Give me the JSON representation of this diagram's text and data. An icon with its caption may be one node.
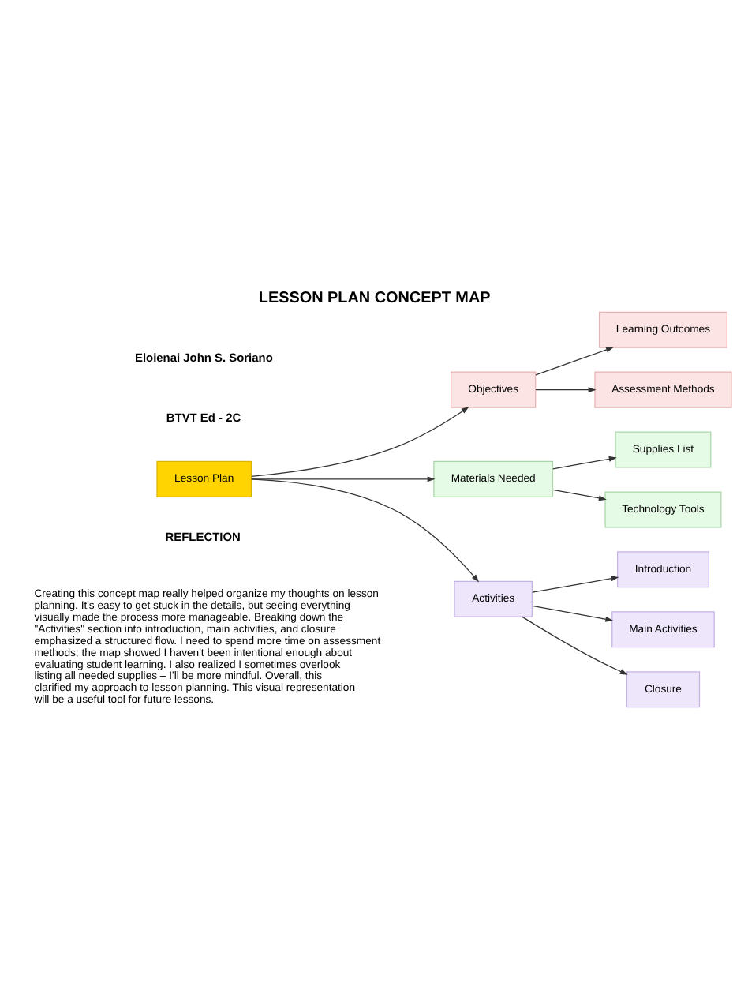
{
  "diagram": {
    "title": "LESSON PLAN CONCEPT MAP",
    "nodes": [
      {
        "text": [
          "Lesson Plan"
        ]
      },
      {
        "text": [
          "Objectives"
        ]
      },
      {
        "text": [
          "Learning Outcomes"
        ]
      },
      {
        "text": [
          "Assessment Methods"
        ]
      },
      {
        "text": [
          "Materials Needed"
        ]
      },
      {
        "text": [
          "Supplies List"
        ]
      },
      {
        "text": [
          "Technology Tools"
        ]
      },
      {
        "text": [
          "Activities"
        ]
      },
      {
        "text": [
          "Introduction"
        ]
      },
      {
        "text": [
          "Main Activities"
        ]
      },
      {
        "text": [
          "Closure"
        ]
      }
    ],
    "edges": [
      {
        "from": 0,
        "to": 1,
        "arrow": "to"
      },
      {
        "from": 0,
        "to": 4,
        "arrow": "to"
      },
      {
        "from": 0,
        "to": 7,
        "arrow": "to"
      },
      {
        "from": 1,
        "to": 2,
        "arrow": "to"
      },
      {
        "from": 1,
        "to": 3,
        "arrow": "to"
      },
      {
        "from": 4,
        "to": 5,
        "arrow": "to"
      },
      {
        "from": 4,
        "to": 6,
        "arrow": "to"
      },
      {
        "from": 7,
        "to": 8,
        "arrow": "to"
      },
      {
        "from": 7,
        "to": 9,
        "arrow": "to"
      },
      {
        "from": 7,
        "to": 10,
        "arrow": "to"
      }
    ],
    "labels": [
      "Eloienai John S. Soriano",
      "BTVT Ed - 2C",
      "REFLECTION",
      "Creating this concept map really helped organize my thoughts on lesson planning. It's easy to get stuck in the details, but seeing everything visually made the process more manageable. Breaking down the \"Activities\" section into introduction, main activities, and closure emphasized a structured flow. I need to spend more time on assessment methods; the map showed I haven't been intentional enough about evaluating student learning. I also realized I sometimes overlook listing all needed supplies – I'll be more mindful. Overall, this clarified my approach to lesson planning. This visual representation will be a useful tool for future lessons."
    ]
  }
}
